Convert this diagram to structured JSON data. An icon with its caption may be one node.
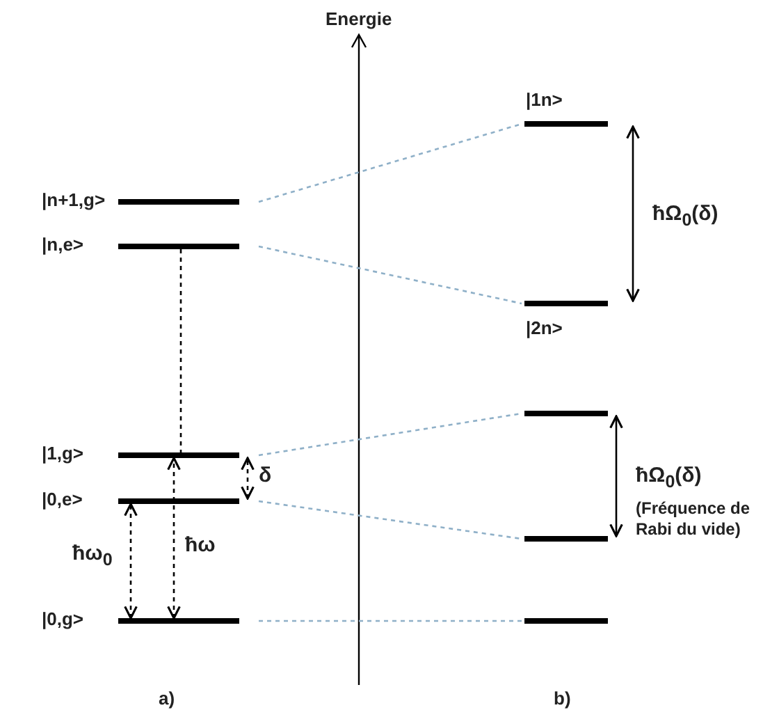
{
  "diagram": {
    "nodes": [
      {
        "text": [],
        "shape": "bar",
        "beside": [
          "|n+1,g>"
        ]
      },
      {
        "text": [],
        "shape": "bar",
        "beside": [
          "|n,e>"
        ]
      },
      {
        "text": [],
        "shape": "bar",
        "beside": [
          "|1,g>"
        ]
      },
      {
        "text": [],
        "shape": "bar",
        "beside": [
          "|0,e>"
        ]
      },
      {
        "text": [],
        "shape": "bar",
        "beside": [
          "|0,g>"
        ]
      },
      {
        "text": [],
        "shape": "bar",
        "beside": [
          "|1n>"
        ]
      },
      {
        "text": [],
        "shape": "bar",
        "beside": [
          "|2n>"
        ]
      },
      {
        "text": [],
        "shape": "bar"
      },
      {
        "text": [],
        "shape": "bar"
      },
      {
        "text": [],
        "shape": "bar"
      }
    ],
    "edges": [
      {
        "from": 0,
        "to": 5,
        "arrow": "none",
        "style": "dashed",
        "color": "#8fb0c8"
      },
      {
        "from": 1,
        "to": 6,
        "arrow": "none",
        "style": "dashed",
        "color": "#8fb0c8"
      },
      {
        "from": 2,
        "to": 7,
        "arrow": "none",
        "style": "dashed",
        "color": "#8fb0c8"
      },
      {
        "from": 3,
        "to": 8,
        "arrow": "none",
        "style": "dashed",
        "color": "#8fb0c8"
      },
      {
        "from": 4,
        "to": 9,
        "arrow": "none",
        "style": "dashed",
        "color": "#8fb0c8"
      },
      {
        "from": 1,
        "to": 2,
        "arrow": "none",
        "style": "dashed"
      },
      {
        "from": 4,
        "to": 3,
        "arrow": "both",
        "style": "dashed",
        "label": "ħω$_{0}$"
      },
      {
        "from": 4,
        "to": 2,
        "arrow": "both",
        "style": "dashed",
        "label": "ħω"
      },
      {
        "from": 3,
        "to": 2,
        "arrow": "both",
        "style": "dashed",
        "label": "δ"
      },
      {
        "from": 5,
        "to": 6,
        "arrow": "both",
        "label": "ħΩ$_{0}$(δ)"
      },
      {
        "from": 7,
        "to": 8,
        "arrow": "both",
        "label": "ħΩ$_{0}$(δ)"
      }
    ],
    "labels": [
      "Energie",
      "(Fréquence de Rabi du vide)",
      "a)",
      "b)"
    ]
  }
}
